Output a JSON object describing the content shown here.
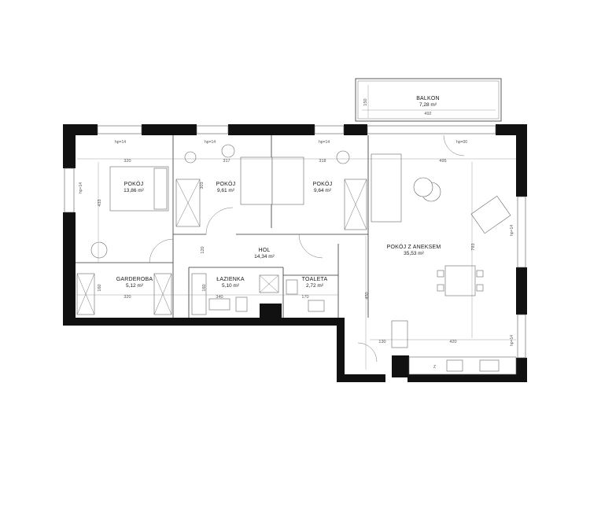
{
  "plan": {
    "rooms": [
      {
        "id": "balkon",
        "name": "BALKON",
        "area": "7,28 m²"
      },
      {
        "id": "pokoj1",
        "name": "POKÓJ",
        "area": "13,86 m²"
      },
      {
        "id": "pokoj2",
        "name": "POKÓJ",
        "area": "9,61 m²"
      },
      {
        "id": "pokoj3",
        "name": "POKÓJ",
        "area": "9,64 m²"
      },
      {
        "id": "hol",
        "name": "HOL",
        "area": "14,34 m²"
      },
      {
        "id": "salon",
        "name": "POKÓJ Z ANEKSEM",
        "area": "35,53 m²"
      },
      {
        "id": "garderoba",
        "name": "GARDEROBA",
        "area": "5,12 m²"
      },
      {
        "id": "lazienka",
        "name": "ŁAZIENKA",
        "area": "5,10 m²"
      },
      {
        "id": "toaleta",
        "name": "TOALETA",
        "area": "2,72 m²"
      }
    ],
    "dimensions": {
      "balkon_width": "492",
      "balkon_depth": "150",
      "pokoj1_width": "320",
      "pokoj1_depth": "433",
      "pokoj2_width": "317",
      "pokoj2_depth": "303",
      "pokoj3_width": "318",
      "salon_width": "495",
      "salon_depth": "793",
      "garderoba_width": "320",
      "garderoba_depth": "160",
      "lazienka_width": "340",
      "lazienka_depth": "160",
      "toaleta_width": "170",
      "hol_depth": "120",
      "hol_lower": "450",
      "kitchen_left": "130",
      "kitchen_width": "420"
    },
    "window_heights": {
      "w1": "hp=14",
      "w2": "hp=14",
      "w3": "hp=14",
      "w4": "hp=00",
      "w5": "hp=14",
      "w6": "hp=14",
      "w7": "hp=14"
    },
    "misc": {
      "fridge_mark": "Z"
    }
  }
}
